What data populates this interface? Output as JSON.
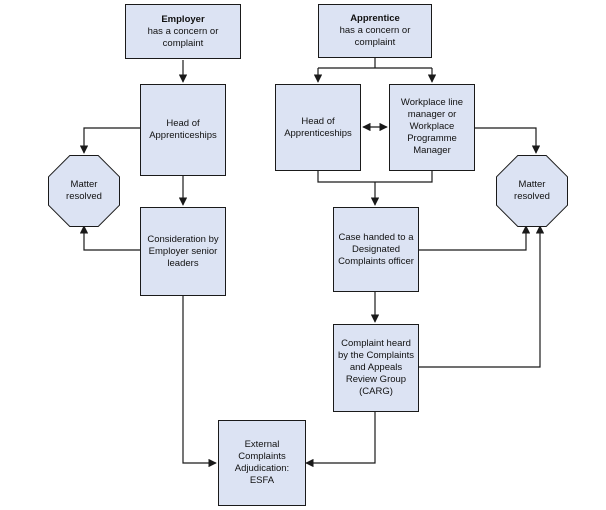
{
  "employer_start": {
    "title": "Employer",
    "text": "has a concern or complaint"
  },
  "apprentice_start": {
    "title": "Apprentice",
    "text": "has a concern or complaint"
  },
  "hoa_employer": {
    "text": "Head of Apprenticeships"
  },
  "hoa_apprentice": {
    "text": "Head of Apprenticeships"
  },
  "workplace_manager": {
    "text": "Workplace line manager or Workplace Programme Manager"
  },
  "matter_resolved_left": {
    "text": "Matter resolved"
  },
  "matter_resolved_right": {
    "text": "Matter resolved"
  },
  "employer_senior": {
    "text": "Consideration by Employer senior leaders"
  },
  "designated_officer": {
    "text": "Case handed to a Designated Complaints officer"
  },
  "carg": {
    "text": "Complaint heard by the Complaints and Appeals Review Group (CARG)"
  },
  "esfa": {
    "text": "External Complaints Adjudication: ESFA"
  },
  "colors": {
    "box_fill": "#dce3f3",
    "stroke": "#1a1a1a"
  }
}
